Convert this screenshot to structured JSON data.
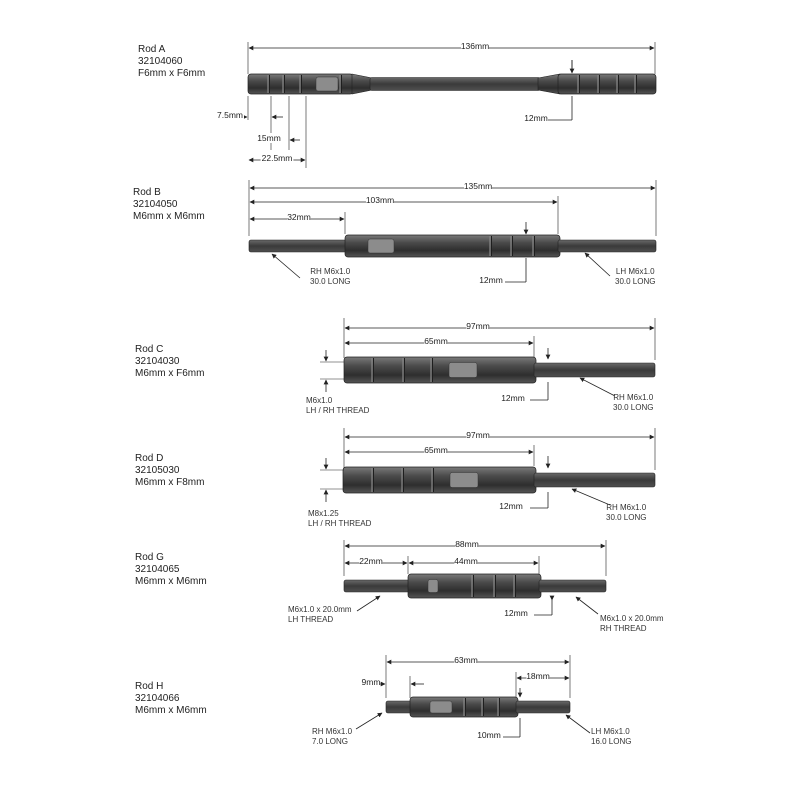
{
  "rods": [
    {
      "name": "Rod A",
      "part": "32104060",
      "ends": "F6mm x F6mm",
      "dims": {
        "overall": "136mm",
        "d1": "7.5mm",
        "d2": "15mm",
        "d3": "22.5mm",
        "dia": "12mm"
      }
    },
    {
      "name": "Rod B",
      "part": "32104050",
      "ends": "M6mm x M6mm",
      "dims": {
        "overall": "135mm",
        "mid": "103mm",
        "short": "32mm",
        "dia": "12mm",
        "left_thread": [
          "RH M6x1.0",
          "30.0 LONG"
        ],
        "right_thread": [
          "LH M6x1.0",
          "30.0 LONG"
        ]
      }
    },
    {
      "name": "Rod C",
      "part": "32104030",
      "ends": "M6mm x F6mm",
      "dims": {
        "overall": "97mm",
        "body": "65mm",
        "dia": "12mm",
        "left_thread": [
          "M6x1.0",
          "LH / RH THREAD"
        ],
        "right_thread": [
          "RH M6x1.0",
          "30.0 LONG"
        ]
      }
    },
    {
      "name": "Rod D",
      "part": "32105030",
      "ends": "M6mm x F8mm",
      "dims": {
        "overall": "97mm",
        "body": "65mm",
        "dia": "12mm",
        "left_thread": [
          "M8x1.25",
          "LH / RH THREAD"
        ],
        "right_thread": [
          "RH M6x1.0",
          "30.0 LONG"
        ]
      }
    },
    {
      "name": "Rod G",
      "part": "32104065",
      "ends": "M6mm x M6mm",
      "dims": {
        "overall": "88mm",
        "short": "22mm",
        "body": "44mm",
        "dia": "12mm",
        "left_thread": [
          "M6x1.0 x 20.0mm",
          "LH THREAD"
        ],
        "right_thread": [
          "M6x1.0 x 20.0mm",
          "RH THREAD"
        ]
      }
    },
    {
      "name": "Rod H",
      "part": "32104066",
      "ends": "M6mm x M6mm",
      "dims": {
        "overall": "63mm",
        "short": "9mm",
        "right": "18mm",
        "dia": "10mm",
        "left_thread": [
          "RH M6x1.0",
          "7.0 LONG"
        ],
        "right_thread": [
          "LH M6x1.0",
          "16.0 LONG"
        ]
      }
    }
  ],
  "colors": {
    "rod_dark": "#3a3a3a",
    "rod_mid": "#5c5c5c",
    "rod_light": "#8a8a8a",
    "line": "#222222"
  }
}
